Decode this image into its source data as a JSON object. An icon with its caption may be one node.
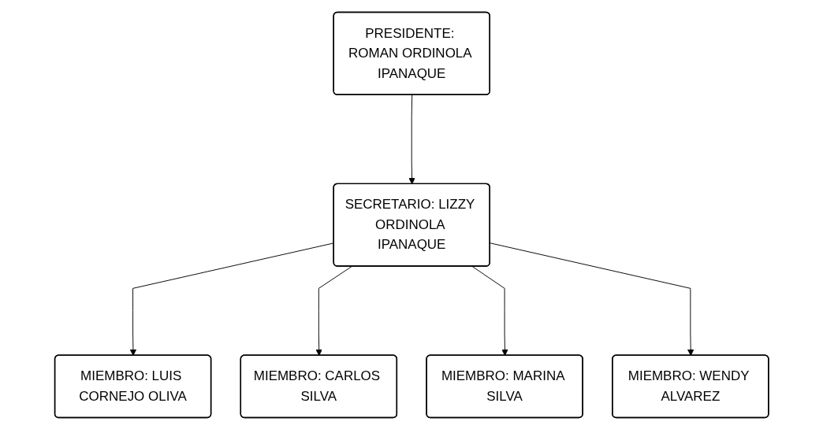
{
  "diagram": {
    "nodes": [
      {
        "text": [
          "PRESIDENTE: ROMAN ORDINOLA IPANAQUE"
        ]
      },
      {
        "text": [
          "SECRETARIO: LIZZY ORDINOLA IPANAQUE"
        ]
      },
      {
        "text": [
          "MIEMBRO: LUIS CORNEJO OLIVA"
        ]
      },
      {
        "text": [
          "MIEMBRO: CARLOS SILVA"
        ]
      },
      {
        "text": [
          "MIEMBRO: MARINA SILVA"
        ]
      },
      {
        "text": [
          "MIEMBRO: WENDY ALVAREZ"
        ]
      }
    ],
    "edges": [
      {
        "from": 0,
        "to": 1,
        "arrow": "to"
      },
      {
        "from": 1,
        "to": 2,
        "arrow": "to"
      },
      {
        "from": 1,
        "to": 3,
        "arrow": "to"
      },
      {
        "from": 1,
        "to": 4,
        "arrow": "to"
      },
      {
        "from": 1,
        "to": 5,
        "arrow": "to"
      }
    ]
  }
}
